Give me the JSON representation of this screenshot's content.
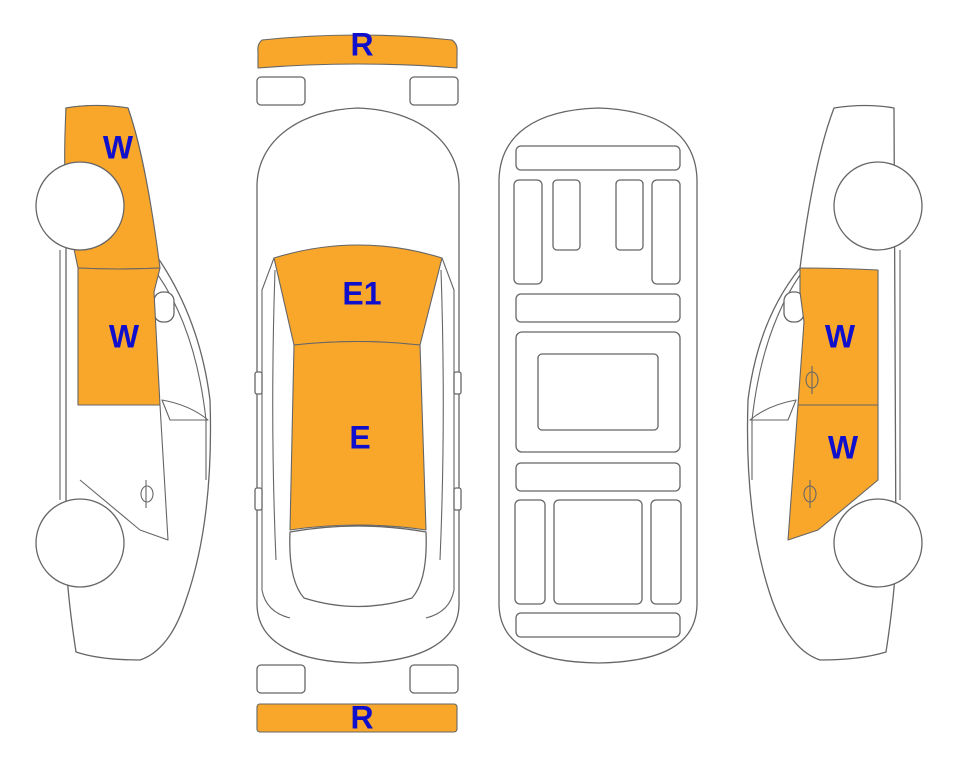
{
  "colors": {
    "highlight": "#F9A72B",
    "label": "#1010CC",
    "outline": "#666666",
    "background": "#FFFFFF"
  },
  "labels": {
    "rear_bumper_top": "R",
    "rear_bumper_bottom": "R",
    "windshield_top": "E1",
    "roof": "E",
    "left_front_fender": "W",
    "left_front_door": "W",
    "right_front_door": "W",
    "right_rear_door": "W"
  }
}
